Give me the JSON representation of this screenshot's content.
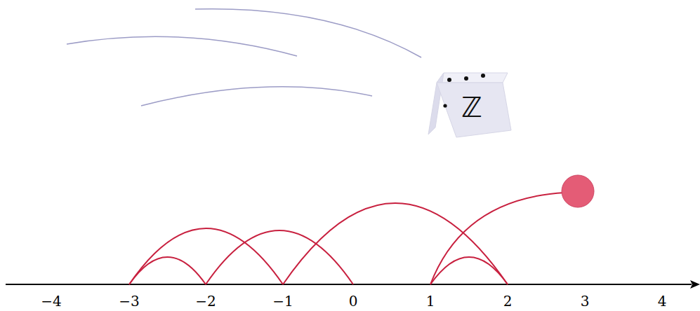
{
  "diagram": {
    "labels": [
      "−4",
      "−3",
      "−2",
      "−1",
      "0",
      "1",
      "2",
      "3",
      "4",
      "ℤ"
    ]
  }
}
